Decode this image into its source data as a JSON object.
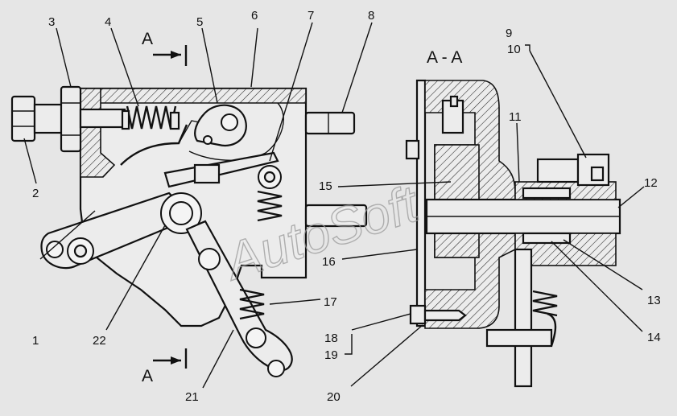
{
  "title": "A - A",
  "watermark": "AutoSoft",
  "section_marks": {
    "top": "A",
    "bottom": "A"
  },
  "callouts": [
    {
      "id": "c1",
      "label": "1"
    },
    {
      "id": "c2",
      "label": "2"
    },
    {
      "id": "c3",
      "label": "3"
    },
    {
      "id": "c4",
      "label": "4"
    },
    {
      "id": "c5",
      "label": "5"
    },
    {
      "id": "c6",
      "label": "6"
    },
    {
      "id": "c7",
      "label": "7"
    },
    {
      "id": "c8",
      "label": "8"
    },
    {
      "id": "c9",
      "label": "9"
    },
    {
      "id": "c10",
      "label": "10"
    },
    {
      "id": "c11",
      "label": "11"
    },
    {
      "id": "c12",
      "label": "12"
    },
    {
      "id": "c13",
      "label": "13"
    },
    {
      "id": "c14",
      "label": "14"
    },
    {
      "id": "c15",
      "label": "15"
    },
    {
      "id": "c16",
      "label": "16"
    },
    {
      "id": "c17",
      "label": "17"
    },
    {
      "id": "c18",
      "label": "18"
    },
    {
      "id": "c19",
      "label": "19"
    },
    {
      "id": "c20",
      "label": "20"
    },
    {
      "id": "c21",
      "label": "21"
    },
    {
      "id": "c22",
      "label": "22"
    }
  ]
}
